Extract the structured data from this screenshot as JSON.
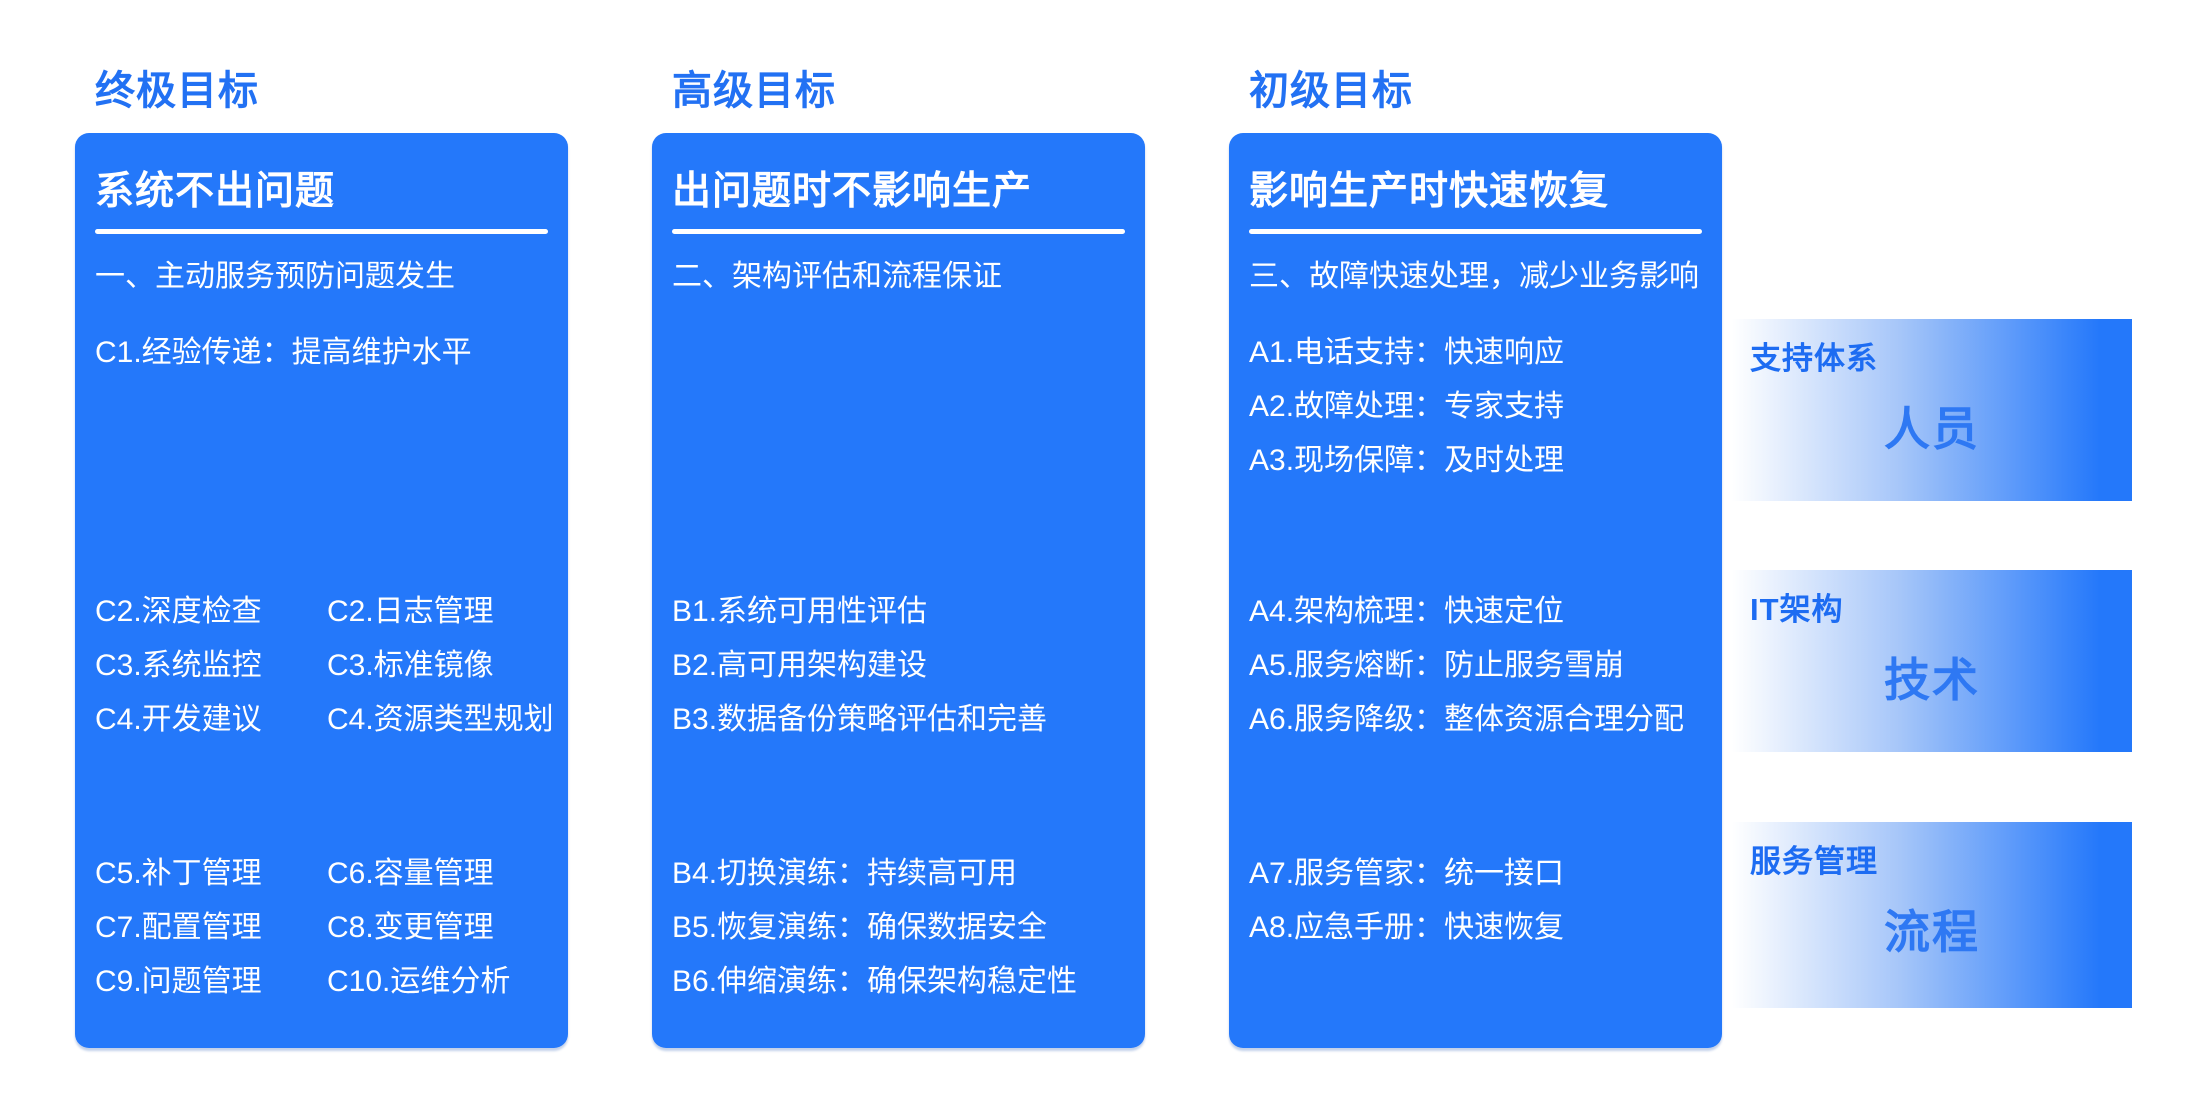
{
  "colors": {
    "background": "#ffffff",
    "accent_blue": "#2478fa",
    "header_text": "#2271f3",
    "card_text": "#ffffff",
    "bar_category_text": "#1d6cf2",
    "bar_keyword_text": "#2e78f3"
  },
  "columns": [
    {
      "header": "终极目标",
      "title": "系统不出问题",
      "subtitle": "一、主动服务预防问题发生",
      "groups": [
        {
          "items": [
            "C1.经验传递：提高维护水平"
          ]
        },
        {
          "rows": [
            [
              "C2.深度检查",
              "C2.日志管理"
            ],
            [
              "C3.系统监控",
              "C3.标准镜像"
            ],
            [
              "C4.开发建议",
              "C4.资源类型规划"
            ]
          ]
        },
        {
          "rows": [
            [
              "C5.补丁管理",
              "C6.容量管理"
            ],
            [
              "C7.配置管理",
              "C8.变更管理"
            ],
            [
              "C9.问题管理",
              "C10.运维分析"
            ]
          ]
        }
      ]
    },
    {
      "header": "高级目标",
      "title": "出问题时不影响生产",
      "subtitle": "二、架构评估和流程保证",
      "groups": [
        {
          "items": []
        },
        {
          "items": [
            "B1.系统可用性评估",
            "B2.高可用架构建设",
            "B3.数据备份策略评估和完善"
          ]
        },
        {
          "items": [
            "B4.切换演练：持续高可用",
            "B5.恢复演练：确保数据安全",
            "B6.伸缩演练：确保架构稳定性"
          ]
        }
      ]
    },
    {
      "header": "初级目标",
      "title": "影响生产时快速恢复",
      "subtitle": "三、故障快速处理，减少业务影响",
      "groups": [
        {
          "items": [
            "A1.电话支持：快速响应",
            "A2.故障处理：专家支持",
            "A3.现场保障：及时处理"
          ]
        },
        {
          "items": [
            "A4.架构梳理：快速定位",
            "A5.服务熔断：防止服务雪崩",
            "A6.服务降级：整体资源合理分配"
          ]
        },
        {
          "items": [
            "A7.服务管家：统一接口",
            "A8.应急手册：快速恢复"
          ]
        }
      ]
    }
  ],
  "side_bars": [
    {
      "category": "支持体系",
      "keyword": "人员"
    },
    {
      "category": "IT架构",
      "keyword": "技术"
    },
    {
      "category": "服务管理",
      "keyword": "流程"
    }
  ]
}
